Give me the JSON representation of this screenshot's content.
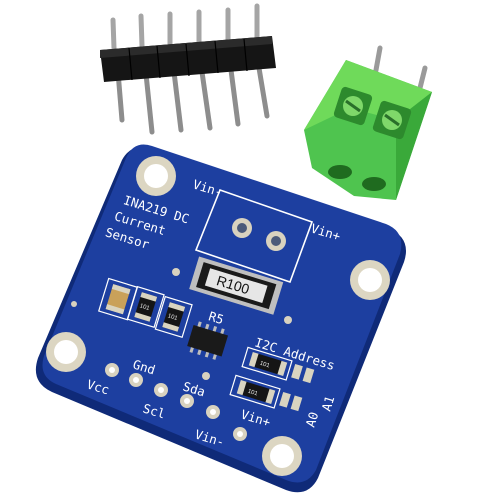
{
  "board": {
    "title_line1": "INA219 DC",
    "title_line2": "Current",
    "title_line3": "Sensor",
    "shunt_resistor_label": "R100",
    "chip_ref": "R5",
    "i2c_label": "I2C Address",
    "addr_a0": "A0",
    "addr_a1": "A1",
    "smd_label": "101",
    "terminal_vin_minus": "Vin-",
    "terminal_vin_plus": "Vin+",
    "pins": {
      "vcc": "Vcc",
      "gnd": "Gnd",
      "scl": "Scl",
      "sda": "Sda",
      "vin_minus": "Vin-",
      "vin_plus": "Vin+"
    }
  },
  "colors": {
    "pcb": "#1d3fa0",
    "pcb_edge": "#0f2a78",
    "terminal_block": "#4fc44f",
    "header_plastic": "#151515",
    "gold_pad": "#d8d2bf"
  }
}
